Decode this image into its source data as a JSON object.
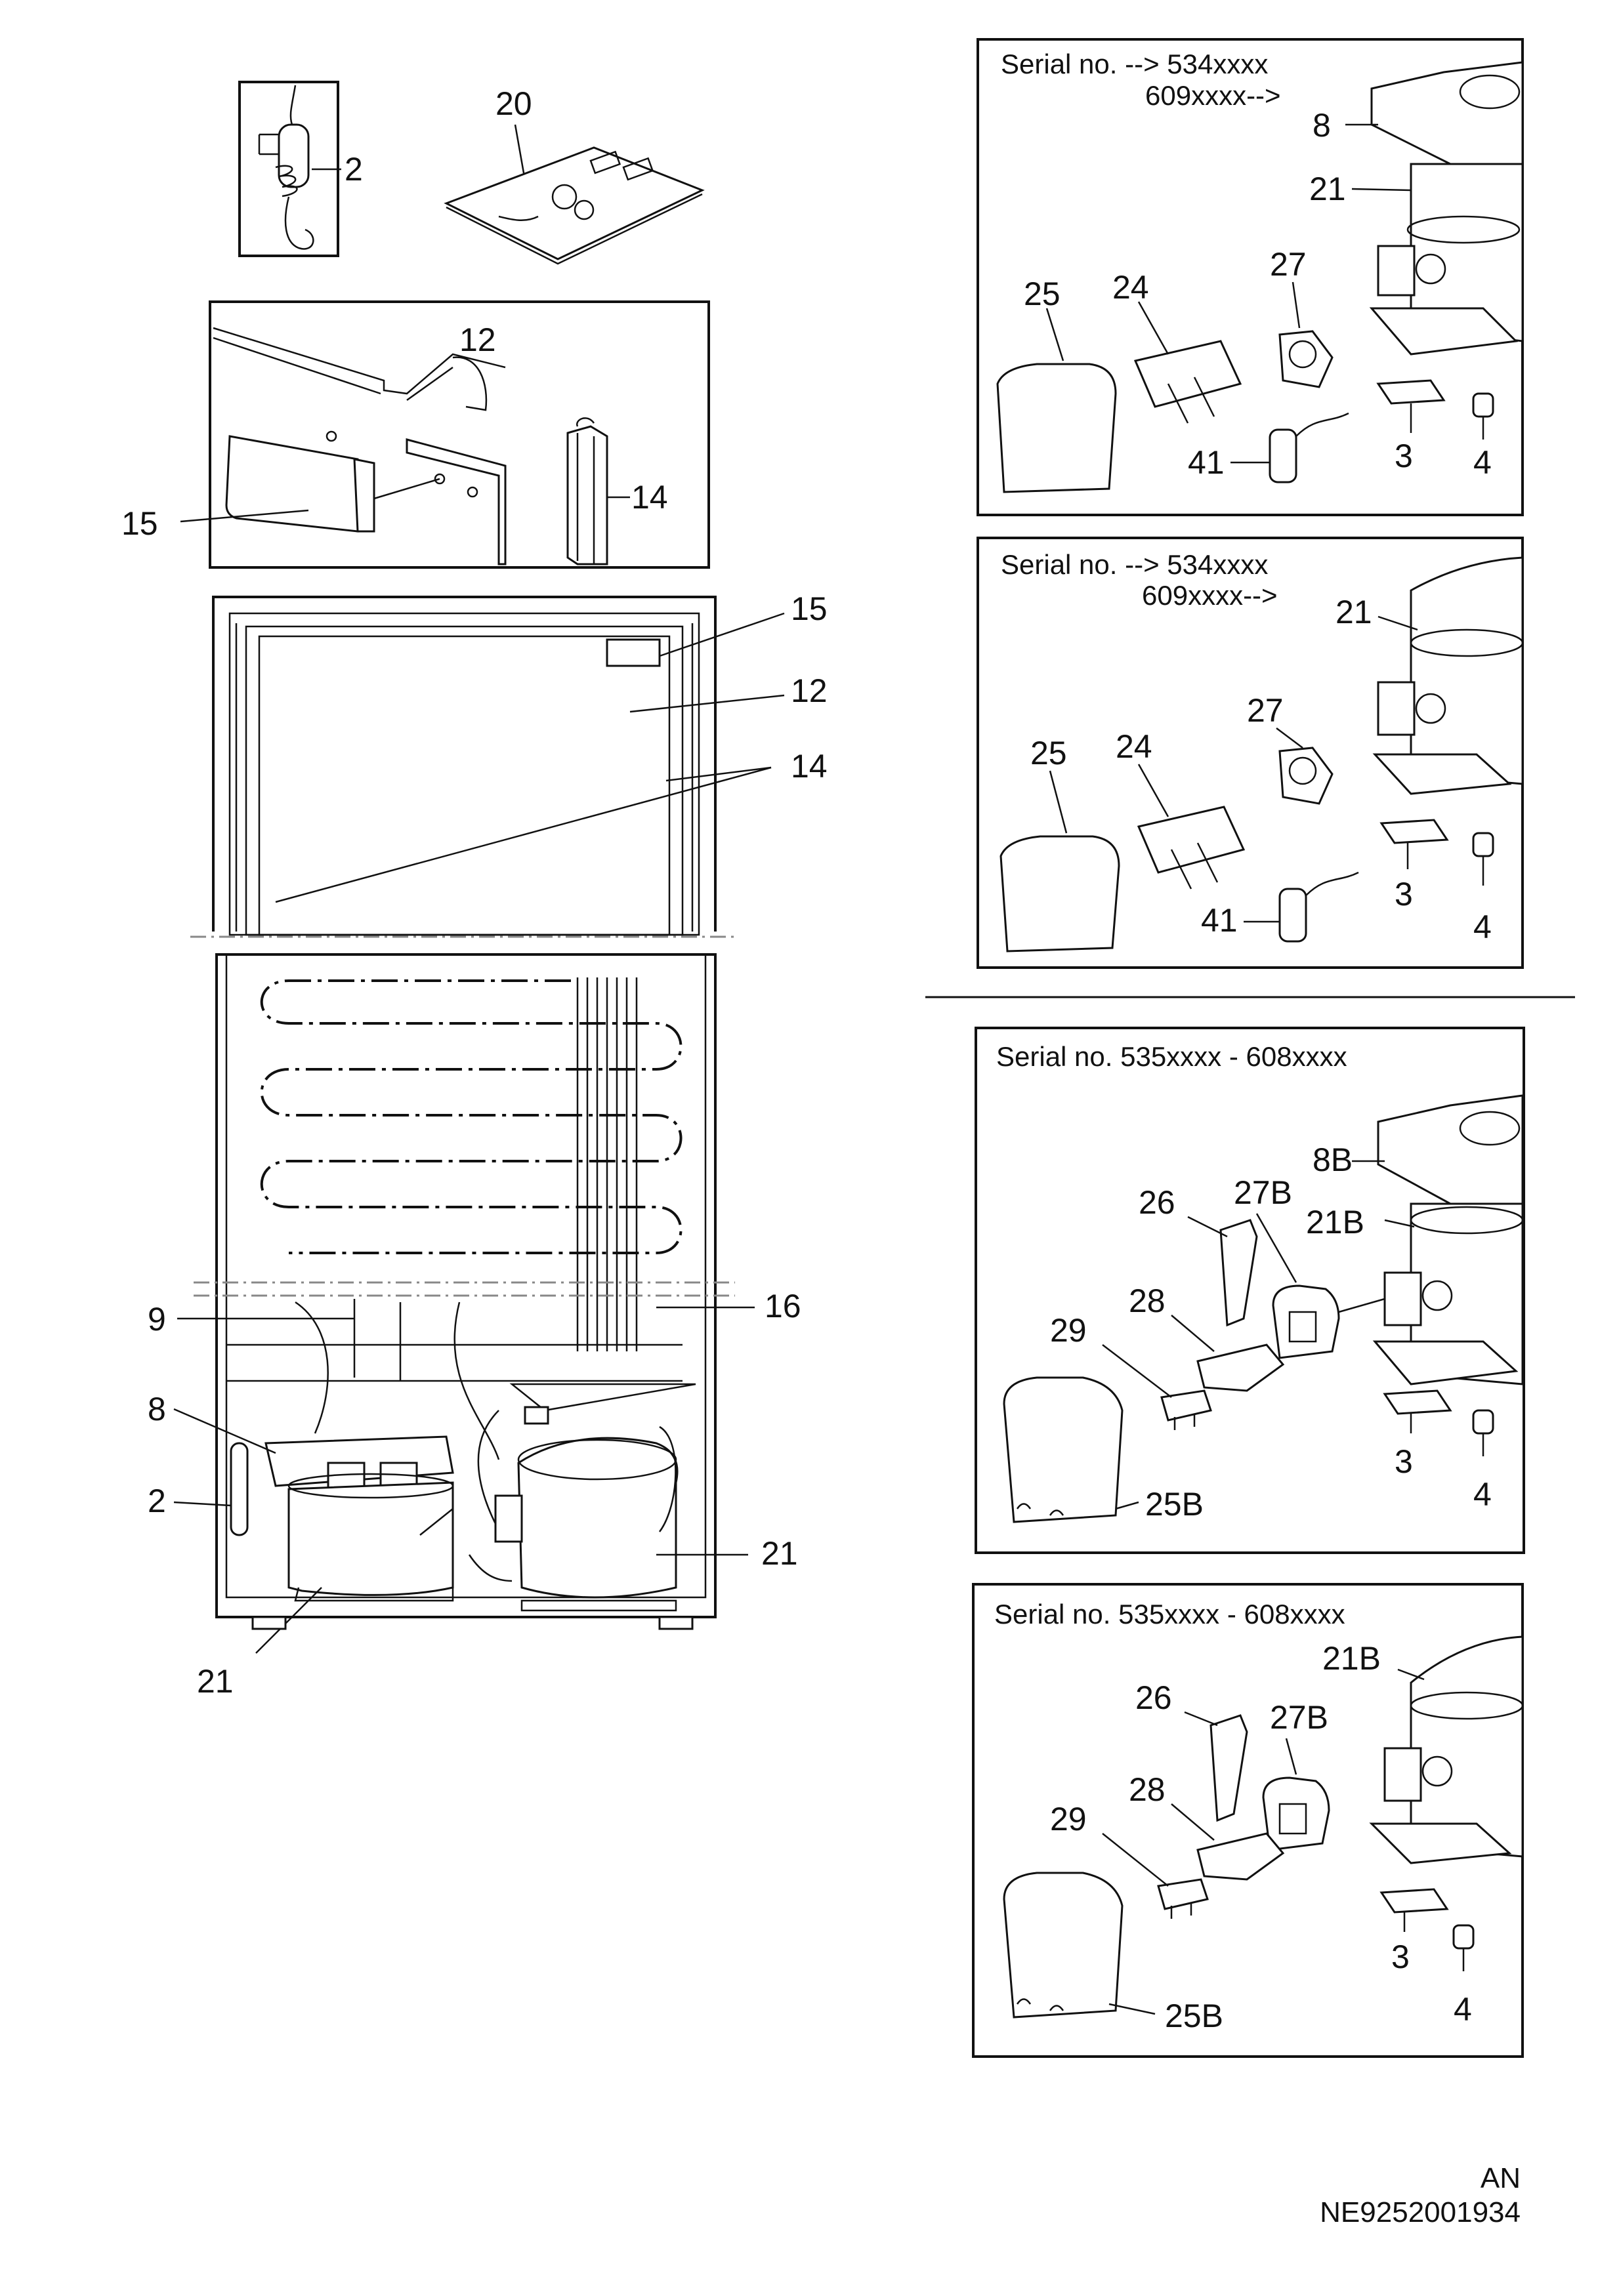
{
  "labels": {
    "top_left": {
      "item_2": "2",
      "item_20": "20"
    },
    "door_detail": {
      "item_12": "12",
      "item_14": "14",
      "item_15": "15"
    },
    "cabinet": {
      "item_15": "15",
      "item_12": "12",
      "item_14": "14"
    },
    "machinery": {
      "item_9": "9",
      "item_16": "16",
      "item_8": "8",
      "item_2": "2",
      "item_21_right": "21",
      "item_21_bottom": "21"
    }
  },
  "panels": [
    {
      "serial_line1": "Serial no. --> 534xxxx",
      "serial_line2": "609xxxx-->",
      "parts": [
        "8",
        "21",
        "27",
        "25",
        "24",
        "41",
        "3",
        "4"
      ]
    },
    {
      "serial_line1": "Serial no. --> 534xxxx",
      "serial_line2": "609xxxx-->",
      "parts": [
        "21",
        "27",
        "25",
        "24",
        "41",
        "3",
        "4"
      ]
    },
    {
      "serial_line1": "Serial no. 535xxxx - 608xxxx",
      "parts": [
        "8B",
        "26",
        "27B",
        "21B",
        "28",
        "29",
        "3",
        "25B",
        "4"
      ]
    },
    {
      "serial_line1": "Serial no. 535xxxx - 608xxxx",
      "parts": [
        "21B",
        "26",
        "27B",
        "28",
        "29",
        "3",
        "4",
        "25B"
      ]
    }
  ],
  "footer": {
    "code": "AN",
    "doc_number": "NE9252001934"
  }
}
